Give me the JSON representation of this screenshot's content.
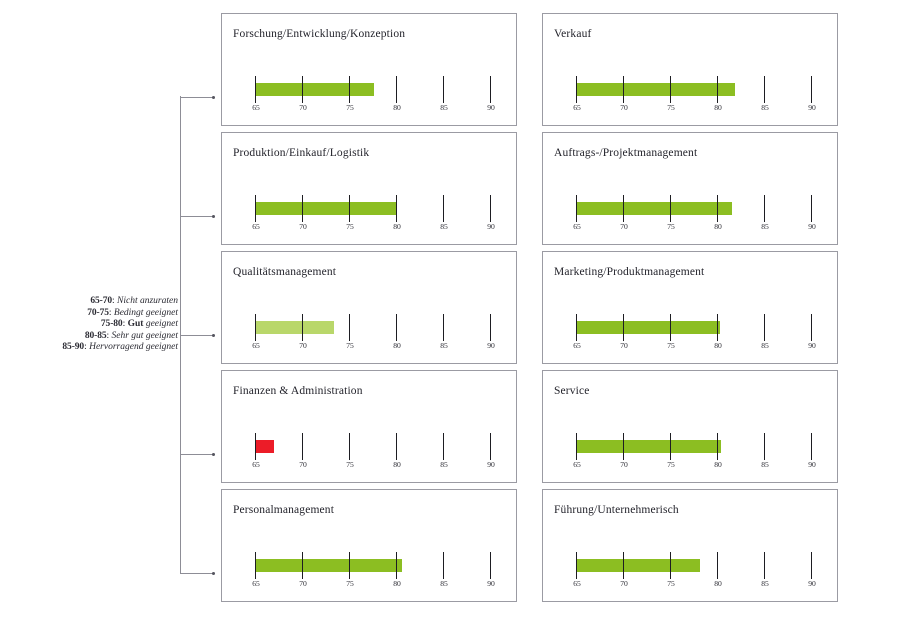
{
  "legend": {
    "name": "suitability-scale-legend",
    "rows": [
      {
        "range": "65-70",
        "sep": ": ",
        "label": "Nicht anzuraten",
        "emphasis": false
      },
      {
        "range": "70-75",
        "sep": ": ",
        "label": "Bedingt geeignet",
        "emphasis": false
      },
      {
        "range": "75-80",
        "sep": ": ",
        "label_strong": "Gut",
        "label": " geeignet",
        "emphasis": true
      },
      {
        "range": "80-85",
        "sep": ": ",
        "label": "Sehr gut geeignet",
        "emphasis": false
      },
      {
        "range": "85-90",
        "sep": ": ",
        "label": "Hervorragend  geeignet",
        "emphasis": false
      }
    ]
  },
  "axis": {
    "ticks": [
      65,
      70,
      75,
      80,
      85,
      90
    ],
    "tick_labels": [
      "65",
      "70",
      "75",
      "80",
      "85",
      "90"
    ],
    "min": 65,
    "max": 90
  },
  "colors": {
    "bar_green": "#8CBE22",
    "bar_light_green": "#B9D76A",
    "bar_red": "#EC1C28",
    "panel_border": "#9b9ba3",
    "tick": "#1d1d22",
    "connector": "#8d8d96",
    "text": "#23232b"
  },
  "chart_data": {
    "type": "bar",
    "title": "",
    "xlabel": "",
    "ylabel": "",
    "xlim": [
      65,
      90
    ],
    "grid": false,
    "orientation": "horizontal",
    "categories": [
      "Forschung/Entwicklung/Konzeption",
      "Verkauf",
      "Produktion/Einkauf/Logistik",
      "Auftrags-/Projektmanagement",
      "Qualitätsmanagement",
      "Marketing/Produktmanagement",
      "Finanzen & Administration",
      "Service",
      "Personalmanagement",
      "Führung/Unternehmerisch"
    ],
    "values": [
      77.7,
      81.9,
      80.0,
      81.6,
      73.4,
      80.3,
      67.0,
      80.4,
      80.6,
      78.2
    ],
    "bar_colors": [
      "#8CBE22",
      "#8CBE22",
      "#8CBE22",
      "#8CBE22",
      "#B9D76A",
      "#8CBE22",
      "#EC1C28",
      "#8CBE22",
      "#8CBE22",
      "#8CBE22"
    ]
  },
  "panels": [
    {
      "name": "panel-forschung-entwicklung-konzeption",
      "title": "Forschung/Entwicklung/Konzeption",
      "value": 77.7,
      "color": "#8CBE22",
      "col": 0,
      "row": 0
    },
    {
      "name": "panel-verkauf",
      "title": "Verkauf",
      "value": 81.9,
      "color": "#8CBE22",
      "col": 1,
      "row": 0
    },
    {
      "name": "panel-produktion-einkauf-logistik",
      "title": "Produktion/Einkauf/Logistik",
      "value": 80.0,
      "color": "#8CBE22",
      "col": 0,
      "row": 1
    },
    {
      "name": "panel-auftrags-projektmanagement",
      "title": "Auftrags-/Projektmanagement",
      "value": 81.6,
      "color": "#8CBE22",
      "col": 1,
      "row": 1
    },
    {
      "name": "panel-qualitaetsmanagement",
      "title": "Qualitätsmanagement",
      "value": 73.4,
      "color": "#B9D76A",
      "col": 0,
      "row": 2
    },
    {
      "name": "panel-marketing-produktmanagement",
      "title": "Marketing/Produktmanagement",
      "value": 80.3,
      "color": "#8CBE22",
      "col": 1,
      "row": 2
    },
    {
      "name": "panel-finanzen-administration",
      "title": "Finanzen & Administration",
      "value": 67.0,
      "color": "#EC1C28",
      "col": 0,
      "row": 3
    },
    {
      "name": "panel-service",
      "title": "Service",
      "value": 80.4,
      "color": "#8CBE22",
      "col": 1,
      "row": 3
    },
    {
      "name": "panel-personalmanagement",
      "title": "Personalmanagement",
      "value": 80.6,
      "color": "#8CBE22",
      "col": 0,
      "row": 4
    },
    {
      "name": "panel-fuehrung-unternehmerisch",
      "title": "Führung/Unternehmerisch",
      "value": 78.2,
      "color": "#8CBE22",
      "col": 1,
      "row": 4
    }
  ],
  "connectors": {
    "name": "panel-connector-tree",
    "branch_rows": [
      0,
      1,
      2,
      3,
      4
    ]
  }
}
